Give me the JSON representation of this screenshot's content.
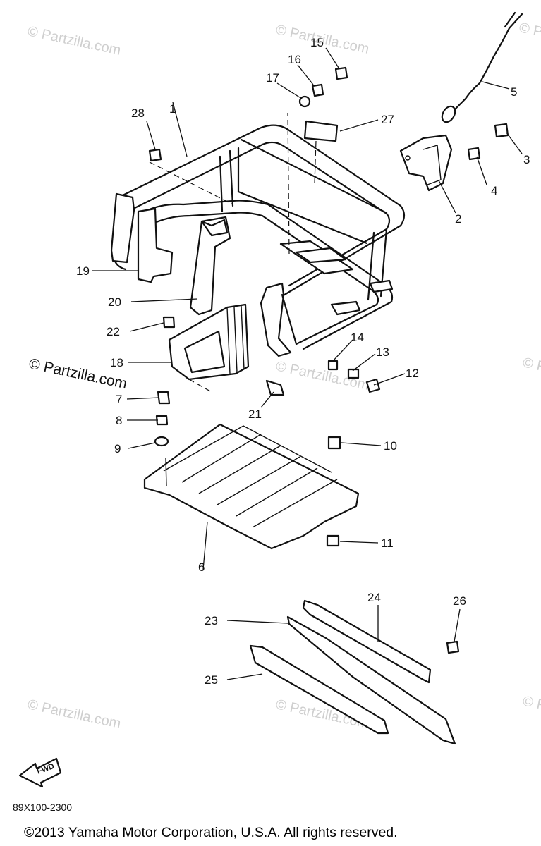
{
  "watermarks": {
    "light": "© Partzilla.com",
    "dark": "© Partzilla.com"
  },
  "callouts": {
    "c1": "1",
    "c2": "2",
    "c3": "3",
    "c4": "4",
    "c5": "5",
    "c6": "6",
    "c7": "7",
    "c8": "8",
    "c9": "9",
    "c10": "10",
    "c11": "11",
    "c12": "12",
    "c13": "13",
    "c14": "14",
    "c15": "15",
    "c16": "16",
    "c17": "17",
    "c18": "18",
    "c19": "19",
    "c20": "20",
    "c21": "21",
    "c22": "22",
    "c23": "23",
    "c24": "24",
    "c25": "25",
    "c26": "26",
    "c27": "27",
    "c28": "28"
  },
  "fwd_label": "FWD",
  "diagram_code": "89X100-2300",
  "copyright": "©2013  Yamaha Motor Corporation, U.S.A. All rights reserved."
}
